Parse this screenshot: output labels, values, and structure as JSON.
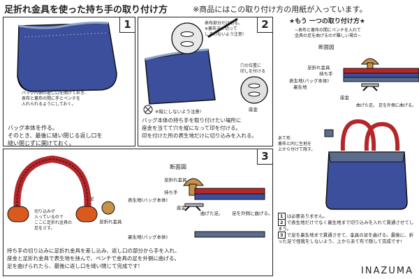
{
  "header": {
    "title": "足折れ金具を使った持ち手の取り付け方",
    "note": "※商品にはこの取り付け方の用紙が入っています。"
  },
  "step1": {
    "number": "1",
    "callout": [
      "バッグ内側の返し口を開けておき、",
      "表布と裏布の間に手とペンチを",
      "入れられるようにしておく。"
    ],
    "caption": [
      "バッグ本体を作る。",
      "そのとき、最後に縫い閉じる返し口を",
      "縫い閉じずに開けておく。"
    ]
  },
  "step2": {
    "number": "2",
    "note_cut": [
      "表布部分だけ切る。",
      "※裏布まで切って",
      "しまわないよう注意!"
    ],
    "note_hole": [
      "穴の位置に",
      "印しを付ける"
    ],
    "no_bend": "※縦にしないよう注意!",
    "washer": "座金",
    "caption": [
      "バッグ本体の持ち手を取り付けたい場所に",
      "座金を当てて穴を縦になって印を付ける。",
      "印を付けた所の表生地だけに切り込みを入れる。"
    ]
  },
  "step3": {
    "number": "3",
    "diagram_title": "断面図",
    "fitting": "足折れ金具",
    "handle": "持ち手",
    "outer": "表生地(バッグ本体)",
    "washer": "座金",
    "bent_leg": "曲げた足。",
    "bend_out": "足を外側に曲げる。",
    "lining": "裏生地(バッグ本体)",
    "leg": "足",
    "fitting2": "足折れ金具",
    "notch": [
      "切り込みが",
      "入っているので",
      "ここに足折れ金具の",
      "足をさす。"
    ],
    "caption": [
      "持ち手の切り込みに足折れ金具を差し込み、返し口の部分から手を入れ、",
      "座金と足折れ金具で表生地を挟んで、ペンチで金具の足を外側に曲げる。",
      "足を曲げられたら、最後に返し口を縫い閉じて完成です!"
    ]
  },
  "alt": {
    "title": "★もう 一つの取り付け方★",
    "subtitle": [
      "~表布と裏布の間にペンチを入れて",
      "金具の足を曲げるのが難しい場合~"
    ],
    "diagram_title": "断面図",
    "fitting": "足折れ金具",
    "handle": "持ち手",
    "outer": "表生地(バッグ本体)",
    "lining": "裏生地",
    "washer": "座金",
    "bent": [
      "曲げた足。",
      "足を外側に曲げる。"
    ],
    "patch": [
      "あて布",
      "裏布と同じ生地を",
      "上から付けて隠す。"
    ],
    "steps": [
      {
        "n": "1",
        "text": "は必要ありません。"
      },
      {
        "n": "2",
        "text": "で表生地だけでなく裏生地まで切り込みを入れて貫通させてしまう。"
      },
      {
        "n": "3",
        "text": "で足を裏生地まで貫通させて、金具の足を曲げる。最後に、折った足で怪我をしないよう、上からあて布で隠して完成です!"
      }
    ]
  },
  "brand": "INAZUMA",
  "colors": {
    "bag": "#3b4f9c",
    "lining": "#5b6c8c",
    "handle": "#b5262a",
    "fitting": "#c8914a",
    "washer": "#b8b8b8"
  }
}
